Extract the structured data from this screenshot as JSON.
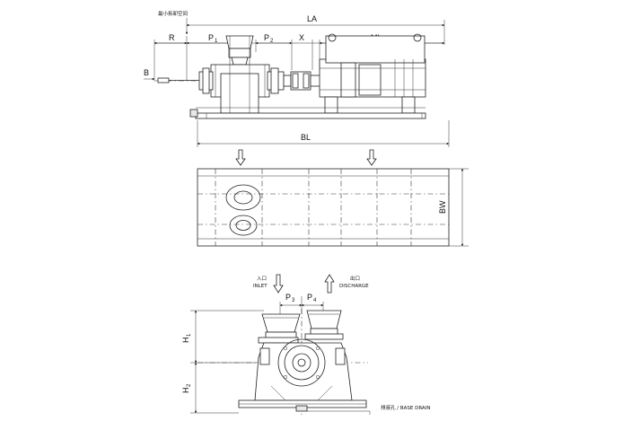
{
  "side_view": {
    "note_min_removal_space": "最小拆卸空间",
    "dim_LA": "LA",
    "dim_R": "R",
    "dim_P1": "P",
    "dim_P1_sub": "1",
    "dim_P2": "P",
    "dim_P2_sub": "2",
    "dim_X": "X",
    "dim_ML": "ML",
    "dim_B": "B"
  },
  "plan_view": {
    "dim_BL": "BL",
    "dim_BW": "BW"
  },
  "end_view": {
    "inlet_cn": "入口",
    "inlet_en": "INLET",
    "discharge_cn": "出口",
    "discharge_en": "DISCHARGE",
    "dim_P3": "P",
    "dim_P3_sub": "3",
    "dim_P4": "P",
    "dim_P4_sub": "4",
    "dim_H1": "H",
    "dim_H1_sub": "1",
    "dim_H2": "H",
    "dim_H2_sub": "2",
    "base_drain": "排液孔 / BASE DRAIN"
  }
}
